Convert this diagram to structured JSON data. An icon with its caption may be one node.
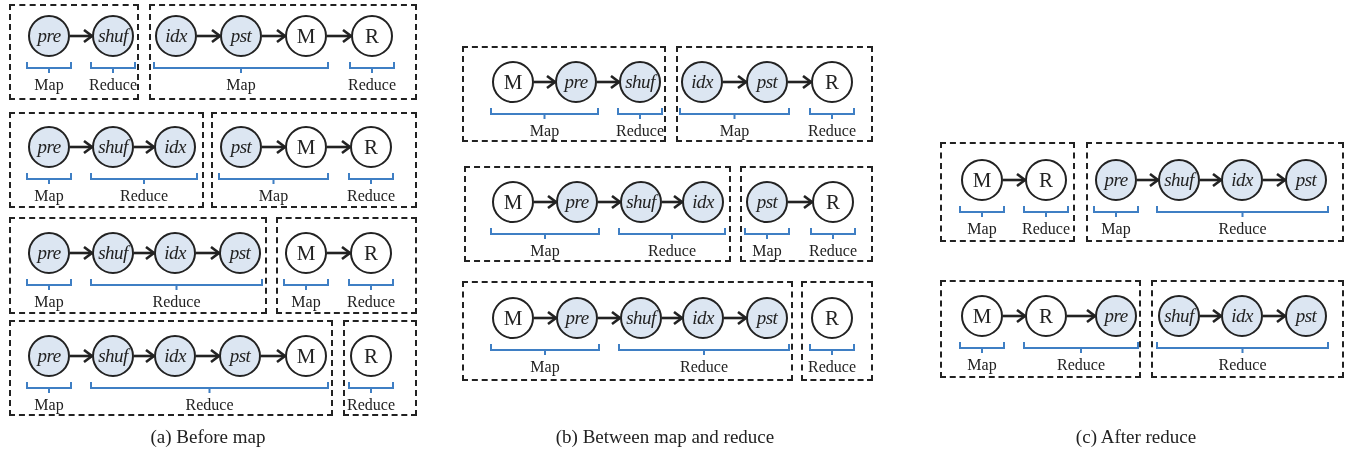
{
  "diagram": {
    "nodes": [
      {
        "text": [
          "Map",
          "Reduce"
        ]
      },
      {
        "text": [
          "pre"
        ],
        "in": 0
      },
      {
        "text": [
          "shuf"
        ],
        "in": 0
      },
      {
        "text": [
          "Map",
          "Reduce"
        ]
      },
      {
        "text": [
          "idx"
        ],
        "in": 3
      },
      {
        "text": [
          "pst"
        ],
        "in": 3
      },
      {
        "text": [
          "M"
        ],
        "in": 3
      },
      {
        "text": [
          "R"
        ],
        "in": 3
      },
      {
        "text": [
          "Map",
          "Reduce"
        ]
      },
      {
        "text": [
          "pre"
        ],
        "in": 8
      },
      {
        "text": [
          "shuf"
        ],
        "in": 8
      },
      {
        "text": [
          "idx"
        ],
        "in": 8
      },
      {
        "text": [
          "Map",
          "Reduce"
        ]
      },
      {
        "text": [
          "pst"
        ],
        "in": 12
      },
      {
        "text": [
          "M"
        ],
        "in": 12
      },
      {
        "text": [
          "R"
        ],
        "in": 12
      },
      {
        "text": [
          "Map",
          "Reduce"
        ]
      },
      {
        "text": [
          "pre"
        ],
        "in": 16
      },
      {
        "text": [
          "shuf"
        ],
        "in": 16
      },
      {
        "text": [
          "idx"
        ],
        "in": 16
      },
      {
        "text": [
          "pst"
        ],
        "in": 16
      },
      {
        "text": [
          "Map",
          "Reduce"
        ]
      },
      {
        "text": [
          "M"
        ],
        "in": 21
      },
      {
        "text": [
          "R"
        ],
        "in": 21
      },
      {
        "text": [
          "Map",
          "Reduce"
        ]
      },
      {
        "text": [
          "pre"
        ],
        "in": 24
      },
      {
        "text": [
          "shuf"
        ],
        "in": 24
      },
      {
        "text": [
          "idx"
        ],
        "in": 24
      },
      {
        "text": [
          "pst"
        ],
        "in": 24
      },
      {
        "text": [
          "M"
        ],
        "in": 24
      },
      {
        "text": [
          "Reduce"
        ]
      },
      {
        "text": [
          "R"
        ],
        "in": 30
      },
      {
        "text": [
          "Map",
          "Reduce"
        ]
      },
      {
        "text": [
          "M"
        ],
        "in": 32
      },
      {
        "text": [
          "pre"
        ],
        "in": 32
      },
      {
        "text": [
          "shuf"
        ],
        "in": 32
      },
      {
        "text": [
          "Map",
          "Reduce"
        ]
      },
      {
        "text": [
          "idx"
        ],
        "in": 36
      },
      {
        "text": [
          "pst"
        ],
        "in": 36
      },
      {
        "text": [
          "R"
        ],
        "in": 36
      },
      {
        "text": [
          "Map",
          "Reduce"
        ]
      },
      {
        "text": [
          "M"
        ],
        "in": 40
      },
      {
        "text": [
          "pre"
        ],
        "in": 40
      },
      {
        "text": [
          "shuf"
        ],
        "in": 40
      },
      {
        "text": [
          "idx"
        ],
        "in": 40
      },
      {
        "text": [
          "Map",
          "Reduce"
        ]
      },
      {
        "text": [
          "pst"
        ],
        "in": 45
      },
      {
        "text": [
          "R"
        ],
        "in": 45
      },
      {
        "text": [
          "Map",
          "Reduce"
        ]
      },
      {
        "text": [
          "M"
        ],
        "in": 48
      },
      {
        "text": [
          "pre"
        ],
        "in": 48
      },
      {
        "text": [
          "shuf"
        ],
        "in": 48
      },
      {
        "text": [
          "idx"
        ],
        "in": 48
      },
      {
        "text": [
          "pst"
        ],
        "in": 48
      },
      {
        "text": [
          "Reduce"
        ]
      },
      {
        "text": [
          "R"
        ],
        "in": 54
      },
      {
        "text": [
          "Map",
          "Reduce"
        ]
      },
      {
        "text": [
          "M"
        ],
        "in": 56
      },
      {
        "text": [
          "R"
        ],
        "in": 56
      },
      {
        "text": [
          "Map",
          "Reduce"
        ]
      },
      {
        "text": [
          "pre"
        ],
        "in": 59
      },
      {
        "text": [
          "shuf"
        ],
        "in": 59
      },
      {
        "text": [
          "idx"
        ],
        "in": 59
      },
      {
        "text": [
          "pst"
        ],
        "in": 59
      },
      {
        "text": [
          "Map",
          "Reduce"
        ]
      },
      {
        "text": [
          "M"
        ],
        "in": 64
      },
      {
        "text": [
          "R"
        ],
        "in": 64
      },
      {
        "text": [
          "pre"
        ],
        "in": 64
      },
      {
        "text": [
          "Reduce"
        ]
      },
      {
        "text": [
          "shuf"
        ],
        "in": 68
      },
      {
        "text": [
          "idx"
        ],
        "in": 68
      },
      {
        "text": [
          "pst"
        ],
        "in": 68
      }
    ],
    "edges": [
      {
        "from": 1,
        "to": 2,
        "arrow": "to"
      },
      {
        "from": 4,
        "to": 5,
        "arrow": "to"
      },
      {
        "from": 5,
        "to": 6,
        "arrow": "to"
      },
      {
        "from": 6,
        "to": 7,
        "arrow": "to"
      },
      {
        "from": 9,
        "to": 10,
        "arrow": "to"
      },
      {
        "from": 10,
        "to": 11,
        "arrow": "to"
      },
      {
        "from": 13,
        "to": 14,
        "arrow": "to"
      },
      {
        "from": 14,
        "to": 15,
        "arrow": "to"
      },
      {
        "from": 17,
        "to": 18,
        "arrow": "to"
      },
      {
        "from": 18,
        "to": 19,
        "arrow": "to"
      },
      {
        "from": 19,
        "to": 20,
        "arrow": "to"
      },
      {
        "from": 22,
        "to": 23,
        "arrow": "to"
      },
      {
        "from": 25,
        "to": 26,
        "arrow": "to"
      },
      {
        "from": 26,
        "to": 27,
        "arrow": "to"
      },
      {
        "from": 27,
        "to": 28,
        "arrow": "to"
      },
      {
        "from": 28,
        "to": 29,
        "arrow": "to"
      },
      {
        "from": 33,
        "to": 34,
        "arrow": "to"
      },
      {
        "from": 34,
        "to": 35,
        "arrow": "to"
      },
      {
        "from": 37,
        "to": 38,
        "arrow": "to"
      },
      {
        "from": 38,
        "to": 39,
        "arrow": "to"
      },
      {
        "from": 41,
        "to": 42,
        "arrow": "to"
      },
      {
        "from": 42,
        "to": 43,
        "arrow": "to"
      },
      {
        "from": 43,
        "to": 44,
        "arrow": "to"
      },
      {
        "from": 46,
        "to": 47,
        "arrow": "to"
      },
      {
        "from": 49,
        "to": 50,
        "arrow": "to"
      },
      {
        "from": 50,
        "to": 51,
        "arrow": "to"
      },
      {
        "from": 51,
        "to": 52,
        "arrow": "to"
      },
      {
        "from": 52,
        "to": 53,
        "arrow": "to"
      },
      {
        "from": 57,
        "to": 58,
        "arrow": "to"
      },
      {
        "from": 60,
        "to": 61,
        "arrow": "to"
      },
      {
        "from": 61,
        "to": 62,
        "arrow": "to"
      },
      {
        "from": 62,
        "to": 63,
        "arrow": "to"
      },
      {
        "from": 65,
        "to": 66,
        "arrow": "to"
      },
      {
        "from": 66,
        "to": 67,
        "arrow": "to"
      },
      {
        "from": 69,
        "to": 70,
        "arrow": "to"
      },
      {
        "from": 70,
        "to": 71,
        "arrow": "to"
      }
    ],
    "labels": [
      "(a) Before map",
      "(b) Between map and reduce",
      "(c) After reduce"
    ]
  }
}
